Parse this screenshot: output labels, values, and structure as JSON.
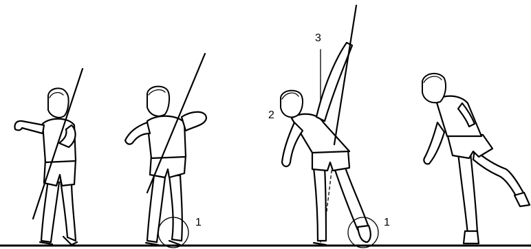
{
  "labels": {
    "foot_marker_a": "1",
    "foot_marker_b": "1",
    "arm_marker": "2",
    "axis_marker": "3"
  },
  "colors": {
    "ink": "#000000",
    "background": "#ffffff"
  }
}
